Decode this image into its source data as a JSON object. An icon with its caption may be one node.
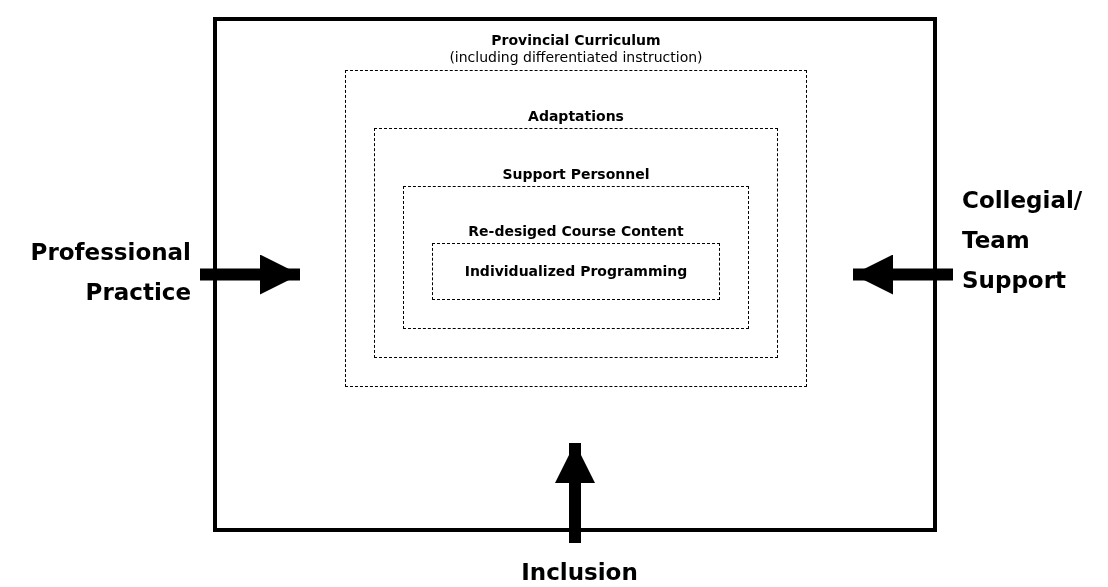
{
  "diagram": {
    "nodes": [
      {
        "text": [],
        "shape": "box"
      },
      {
        "text": [
          "Provincial Curriculum",
          "(including differentiated instruction)"
        ],
        "in": 0
      },
      {
        "text": [
          "Adaptations"
        ],
        "in": 1
      },
      {
        "text": [
          "Support Personnel"
        ],
        "in": 2
      },
      {
        "text": [
          "Re-desiged Course Content",
          "Individualized Programming"
        ],
        "in": 3
      },
      {
        "text": [
          "Professional Practice"
        ]
      },
      {
        "text": [
          "Collegial/ Team Support"
        ]
      },
      {
        "text": [
          "Inclusion"
        ]
      }
    ],
    "edges": [
      {
        "from": 5,
        "to": 0,
        "arrow": "to"
      },
      {
        "from": 6,
        "to": 0,
        "arrow": "to"
      },
      {
        "from": 7,
        "to": 0,
        "arrow": "to"
      }
    ]
  }
}
